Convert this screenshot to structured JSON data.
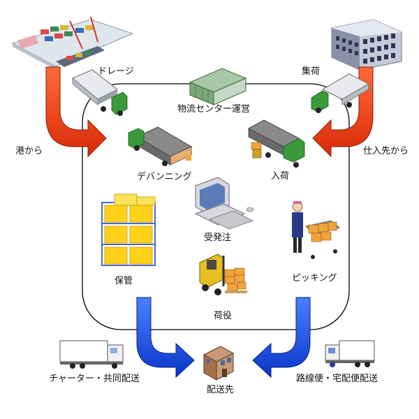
{
  "labels": {
    "drayage": "ドレージ",
    "collection": "集荷",
    "center": "物流センター運営",
    "from_port": "港から",
    "from_supplier": "仕入先から",
    "devanning": "デバンニング",
    "receiving": "入荷",
    "ordering": "受発注",
    "storage": "保管",
    "picking": "ピッキング",
    "cargo_handling": "荷役",
    "charter": "チャーター・共同配送",
    "route_delivery": "路線便・宅配便配送",
    "destination": "配送先"
  },
  "icons": {
    "port": "port-icon",
    "building": "office-building-icon",
    "warehouse": "warehouse-icon",
    "truck": "truck-icon",
    "computer": "computer-icon",
    "forklift": "forklift-icon",
    "pallet_rack": "pallet-rack-icon",
    "worker": "worker-icon",
    "house": "house-icon"
  },
  "colors": {
    "red_arrow": "#e83a10",
    "blue_arrow": "#1a4fe0",
    "truck_cab": "#3a9a3a",
    "box": "#f2a33c",
    "rack_box": "#ffd21a"
  }
}
